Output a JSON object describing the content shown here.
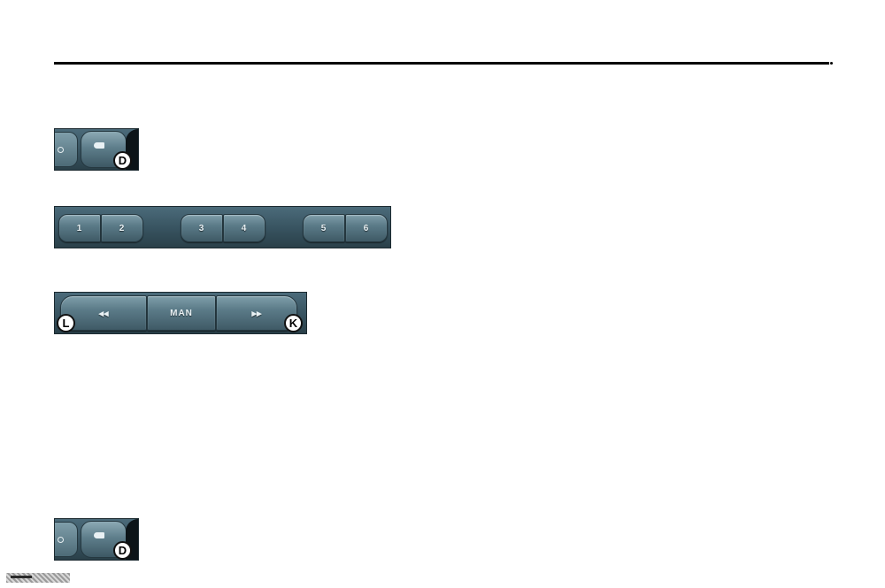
{
  "page": {
    "markers": {
      "top_panel": "D",
      "bottom_panel": "D",
      "seek_left": "L",
      "seek_right": "K"
    },
    "preset_panel": {
      "buttons": [
        "1",
        "2",
        "3",
        "4",
        "5",
        "6"
      ]
    },
    "seek_panel": {
      "rewind_label": "◂◂",
      "man_label": "MAN",
      "forward_label": "▸▸"
    },
    "icons": {
      "source_button": "source-icon",
      "corner_strip": "hatched-strip"
    },
    "colors": {
      "panel": "#37525f",
      "button": "#5b7b88",
      "rule": "#000000"
    }
  }
}
